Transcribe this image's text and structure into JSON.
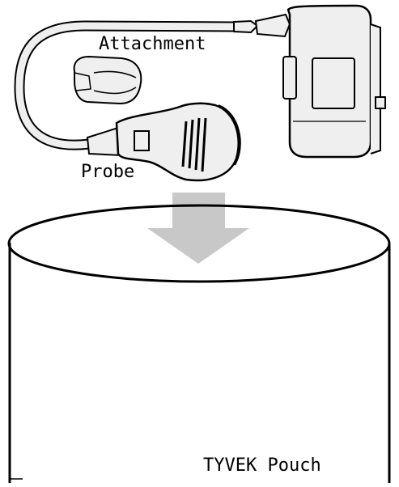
{
  "labels": {
    "attachment": "Attachment",
    "probe": "Probe",
    "pouch": "TYVEK Pouch"
  },
  "colors": {
    "line": "#000000",
    "device_fill": "#efefef",
    "arrow": "#c8c8c8",
    "background": "#ffffff"
  }
}
